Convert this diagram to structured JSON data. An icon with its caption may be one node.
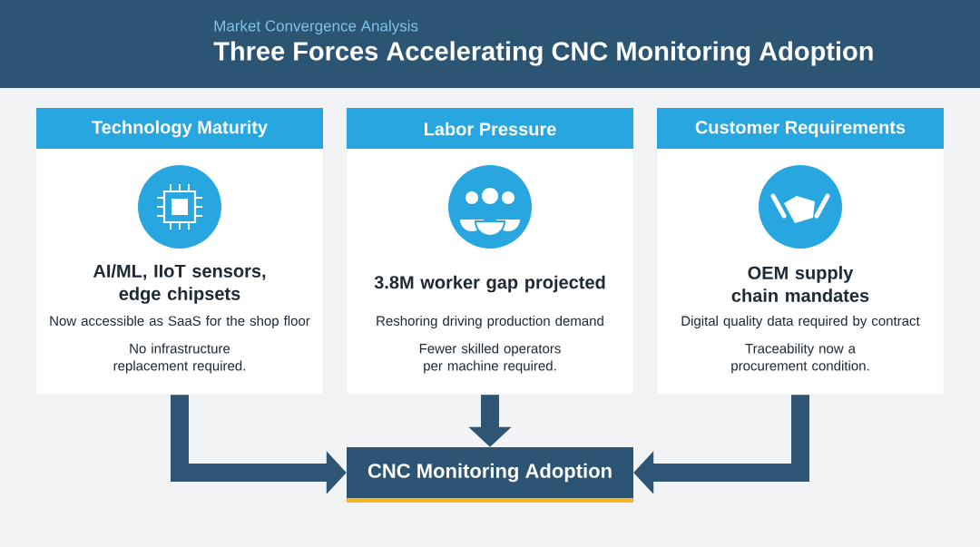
{
  "diagram": {
    "title": "Three Forces Accelerating CNC Monitoring Adoption",
    "nodes": [
      {
        "text": [
          "Technology Maturity",
          "AI/ML, IIoT sensors, edge chipsets",
          "Now accessible as SaaS for the shop floor",
          "No infrastructure replacement required."
        ]
      },
      {
        "text": [
          "Labor Pressure",
          "3.8M worker gap projected",
          "Reshoring driving production demand",
          "Fewer skilled operators per machine required."
        ]
      },
      {
        "text": [
          "Customer Requirements",
          "OEM supply chain mandates",
          "Digital quality data required by contract",
          "Traceability now a procurement condition."
        ]
      },
      {
        "text": [
          "CNC Monitoring Adoption"
        ]
      }
    ],
    "edges": [
      {
        "from": 0,
        "to": 3,
        "arrow": "to"
      },
      {
        "from": 1,
        "to": 3,
        "arrow": "to"
      },
      {
        "from": 2,
        "to": 3,
        "arrow": "to"
      }
    ],
    "labels": [
      "Market Convergence Analysis"
    ]
  }
}
